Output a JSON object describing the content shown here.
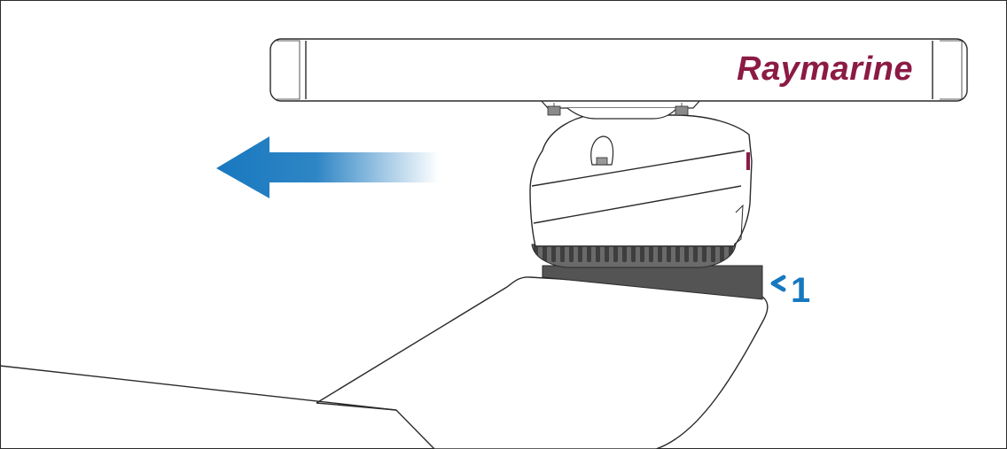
{
  "brand": {
    "name": "Raymarine",
    "color": "#8b1a44"
  },
  "callout": {
    "number": "1",
    "color": "#1878bf"
  },
  "arrow": {
    "direction": "left",
    "color": "#1878bf",
    "icon": "arrow-left-gradient-icon"
  },
  "colors": {
    "outline": "#2a2a2a",
    "base_gasket": "#5a5a5a",
    "wedge": "#545454"
  }
}
